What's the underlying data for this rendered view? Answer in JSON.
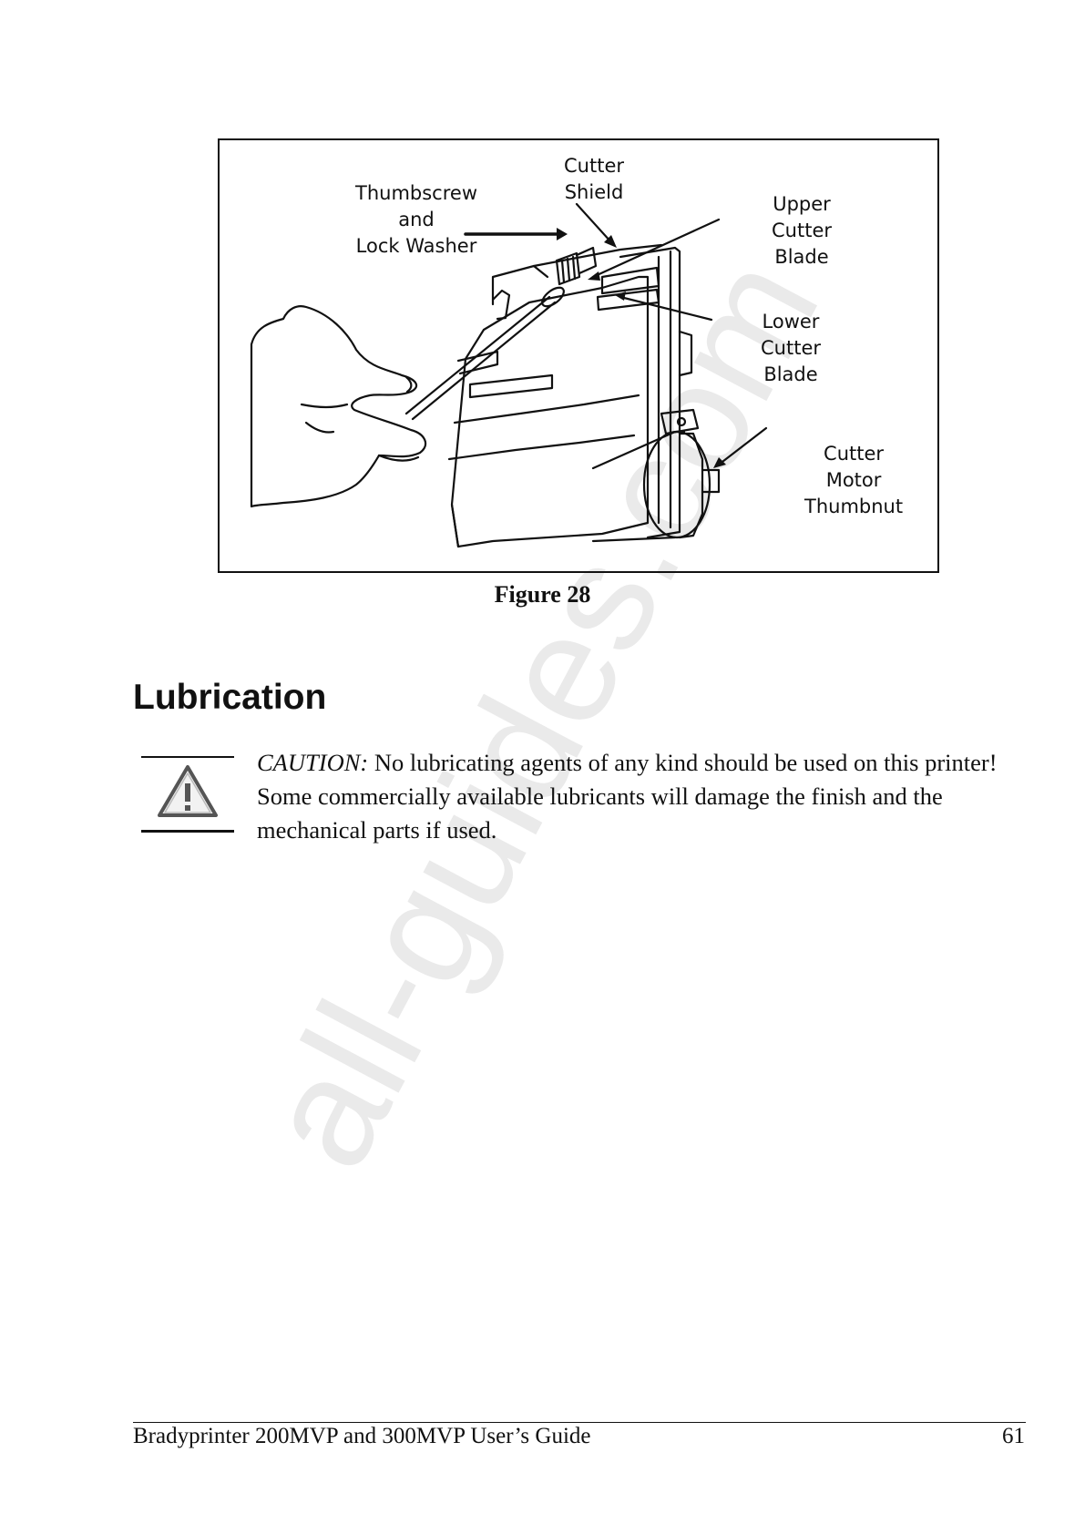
{
  "watermark": "all-guides.com",
  "figure": {
    "labels": {
      "thumbscrew": [
        "Thumbscrew",
        "and",
        "Lock Washer"
      ],
      "cutter_shield": [
        "Cutter",
        "Shield"
      ],
      "upper_blade": [
        "Upper",
        "Cutter",
        "Blade"
      ],
      "lower_blade": [
        "Lower",
        "Cutter",
        "Blade"
      ],
      "motor_thumbnut": [
        "Cutter",
        "Motor",
        "Thumbnut"
      ]
    },
    "caption": "Figure 28"
  },
  "section": {
    "heading": "Lubrication"
  },
  "caution": {
    "label": "CAUTION:",
    "text": " No lubricating agents of any kind should be used on this printer!  Some commercially available lubricants will damage the finish and the mechanical parts if used.",
    "icon": "warning-triangle-icon"
  },
  "footer": {
    "title": "Bradyprinter 200MVP and 300MVP User’s Guide",
    "page_number": "61"
  }
}
